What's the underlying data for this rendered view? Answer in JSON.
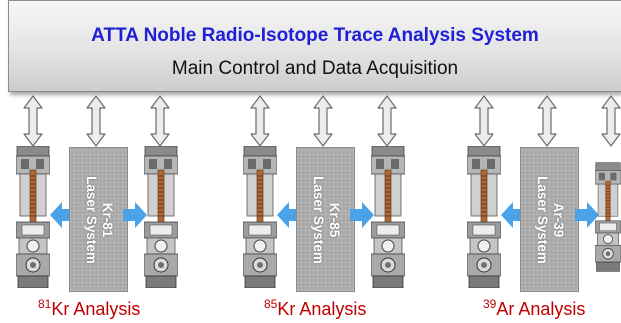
{
  "header": {
    "title": "ATTA Noble Radio-Isotope Trace Analysis System",
    "subtitle": "Main Control and Data Acquisition"
  },
  "systems": [
    {
      "laser_line1": "Kr-81",
      "laser_line2": "Laser System",
      "analysis_mass": "81",
      "analysis_label": "Kr Analysis"
    },
    {
      "laser_line1": "Kr-85",
      "laser_line2": "Laser System",
      "analysis_mass": "85",
      "analysis_label": "Kr Analysis"
    },
    {
      "laser_line1": "Ar-39",
      "laser_line2": "Laser System",
      "analysis_mass": "39",
      "analysis_label": "Ar Analysis"
    }
  ],
  "colors": {
    "title": "#1f1fd6",
    "analysis": "#c00000",
    "flow_arrow": "#4aa3e8",
    "connector": "#e8e8e8"
  },
  "icons": [
    "double-arrow-icon",
    "blue-arrow-icon",
    "atom-trap-module-icon"
  ]
}
